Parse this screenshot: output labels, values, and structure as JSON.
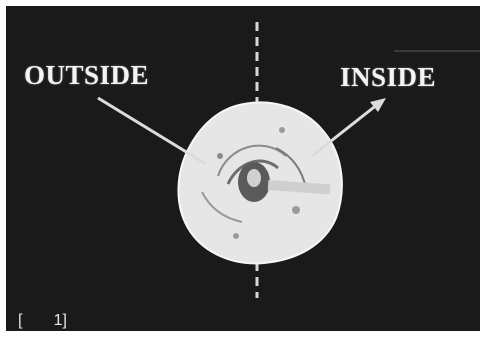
{
  "labels": {
    "outside": "OUTSIDE",
    "inside": "INSIDE"
  },
  "caption": "[       1]",
  "colors": {
    "background": "#1a1a1a",
    "text": "#f4f4f4",
    "specimen": "#e8e8e8"
  }
}
